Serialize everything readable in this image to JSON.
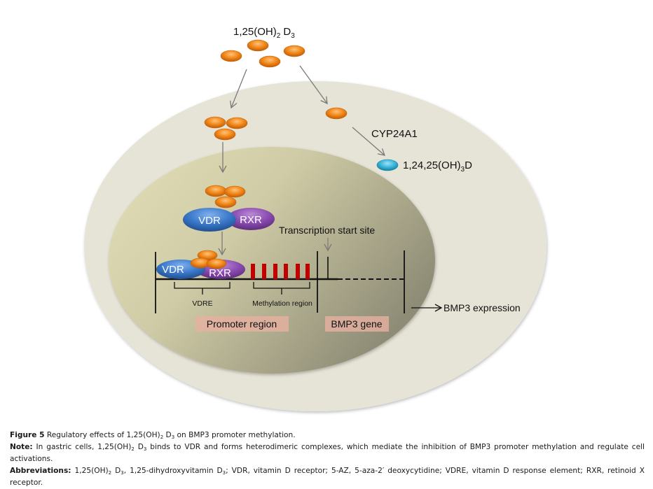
{
  "diagram": {
    "ligand_label_main": "1,25(OH)",
    "ligand_label_sub1": "2",
    "ligand_label_mid": " D",
    "ligand_label_sub2": "3",
    "enzyme_label": "CYP24A1",
    "metabolite_label_main": "1,24,25(OH)",
    "metabolite_label_sub": "3",
    "metabolite_label_end": "D",
    "vdr_label": "VDR",
    "rxr_label": "RXR",
    "tss_label": "Transcription start site",
    "vdre_label": "VDRE",
    "methylation_label": "Methylation region",
    "promoter_label": "Promoter region",
    "gene_label": "BMP3 gene",
    "expression_label": "BMP3 expression",
    "colors": {
      "ligand": "#f28a1c",
      "metabolite": "#38b4d8",
      "vdr": "#3a78c9",
      "rxr": "#8a4ab0",
      "methyl_mark": "#c00000",
      "region_box": "#e6b0a0",
      "cytoplasm": "#e6e4d6",
      "nucleus": "#c9c6a0"
    }
  },
  "caption": {
    "fig_label": "Figure 5",
    "fig_text_a": " Regulatory effects of 1,25(OH)",
    "fig_sub_a": "2",
    "fig_text_b": " D",
    "fig_sub_b": "3",
    "fig_text_c": " on BMP3 promoter methylation.",
    "note_label": "Note:",
    "note_text_a": " In gastric cells, 1,25(OH)",
    "note_sub_a": "2",
    "note_text_b": " D",
    "note_sub_b": "3",
    "note_text_c": " binds to VDR and forms heterodimeric complexes, which mediate the inhibition of BMP3 promoter methylation and regulate cell activations.",
    "abbr_label": "Abbreviations:",
    "abbr_text_a": " 1,25(OH)",
    "abbr_sub_a": "2",
    "abbr_text_b": " D",
    "abbr_sub_b": "3",
    "abbr_text_c": ", 1,25-dihydroxyvitamin D",
    "abbr_sub_c": "3",
    "abbr_text_d": "; VDR, vitamin D receptor; 5-AZ, 5-aza-2′ deoxycytidine; VDRE, vitamin D response element; RXR, retinoid X receptor."
  }
}
